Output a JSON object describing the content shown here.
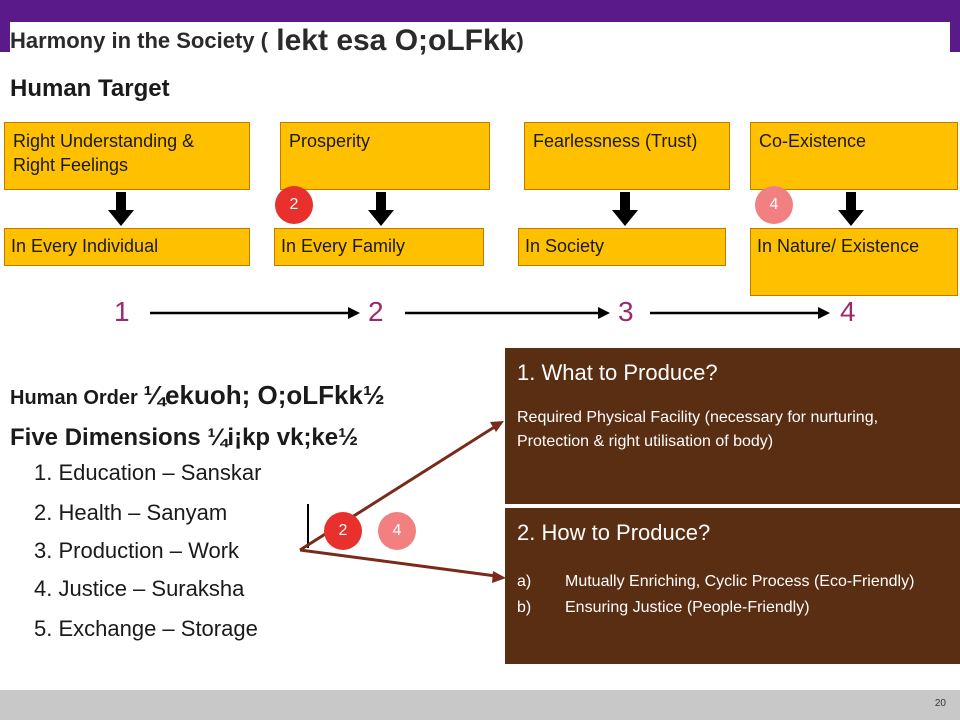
{
  "title": {
    "part1": "Harmony in the Society (",
    "part2": " lekt esa O;oLFkk",
    "part3": ")"
  },
  "human_target": "Human Target",
  "targets": [
    {
      "top": "Right Understanding & Right Feelings",
      "bottom": "In Every Individual"
    },
    {
      "top": "Prosperity",
      "bottom": "In Every Family"
    },
    {
      "top": "Fearlessness (Trust)",
      "bottom": "In Society"
    },
    {
      "top": "Co-Existence",
      "bottom": "In Nature/ Existence"
    }
  ],
  "badges": {
    "prosperity": "2",
    "coexistence": "4",
    "list_red": "2",
    "list_pink": "4"
  },
  "sequence": [
    "1",
    "2",
    "3",
    "4"
  ],
  "human_order": {
    "label": "Human Order ",
    "hindi": "¼ekuoh; O;oLFkk½"
  },
  "five_dimensions": {
    "label": "Five Dimensions ",
    "hindi": "¼i¡kp vk;ke½"
  },
  "dimensions": [
    "1. Education – Sanskar",
    "2. Health – Sanyam",
    "3. Production – Work",
    "4. Justice – Suraksha",
    "5. Exchange – Storage"
  ],
  "produce_what": {
    "heading": "1. What to Produce?",
    "body": "Required Physical Facility (necessary for nurturing, Protection & right utilisation of body)"
  },
  "produce_how": {
    "heading": "2. How to Produce?",
    "points": [
      {
        "key": "a)",
        "text": "Mutually Enriching, Cyclic Process (Eco-Friendly)"
      },
      {
        "key": "b)",
        "text": "Ensuring Justice (People-Friendly)"
      }
    ]
  },
  "page_number": "20",
  "colors": {
    "header": "#5b1a8a",
    "box": "#ffc000",
    "brown": "#5a2e12",
    "seq_number": "#9a2a6e",
    "arrow": "#7a2a1a"
  }
}
